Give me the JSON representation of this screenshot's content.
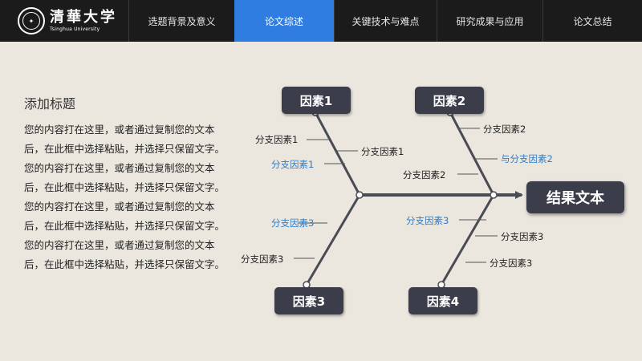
{
  "logo": {
    "name_cn": "清華大学",
    "name_en": "Tsinghua University"
  },
  "nav": {
    "items": [
      {
        "label": "选题背景及意义",
        "active": false
      },
      {
        "label": "论文综述",
        "active": true
      },
      {
        "label": "关键技术与难点",
        "active": false
      },
      {
        "label": "研究成果与应用",
        "active": false
      },
      {
        "label": "论文总结",
        "active": false
      }
    ]
  },
  "content": {
    "title": "添加标题",
    "body": "您的内容打在这里，或者通过复制您的文本后，在此框中选择粘贴，并选择只保留文字。您的内容打在这里，或者通过复制您的文本后，在此框中选择粘贴，并选择只保留文字。您的内容打在这里，或者通过复制您的文本后，在此框中选择粘贴，并选择只保留文字。您的内容打在这里，或者通过复制您的文本后，在此框中选择粘贴，并选择只保留文字。"
  },
  "diagram": {
    "causes": [
      "因素1",
      "因素2",
      "因素3",
      "因素4"
    ],
    "result": "结果文本",
    "labels": {
      "f1_a": "分支因素1",
      "f1_b": "分支因素1",
      "f1_c": "分支因素1",
      "f2_a": "分支因素2",
      "f2_b": "与分支因素2",
      "f2_c": "分支因素2",
      "f3_a": "分支因素3",
      "f3_b": "分支因素3",
      "f4_a": "分支因素3",
      "f4_b": "分支因素3",
      "f4_c": "分支因素3"
    }
  },
  "colors": {
    "background": "#ebe7df",
    "topbar": "#1b1b1b",
    "nav_active": "#2f7de1",
    "box": "#3b3e4a",
    "line": "#4a4c55",
    "blue_label": "#2f7cc4"
  }
}
